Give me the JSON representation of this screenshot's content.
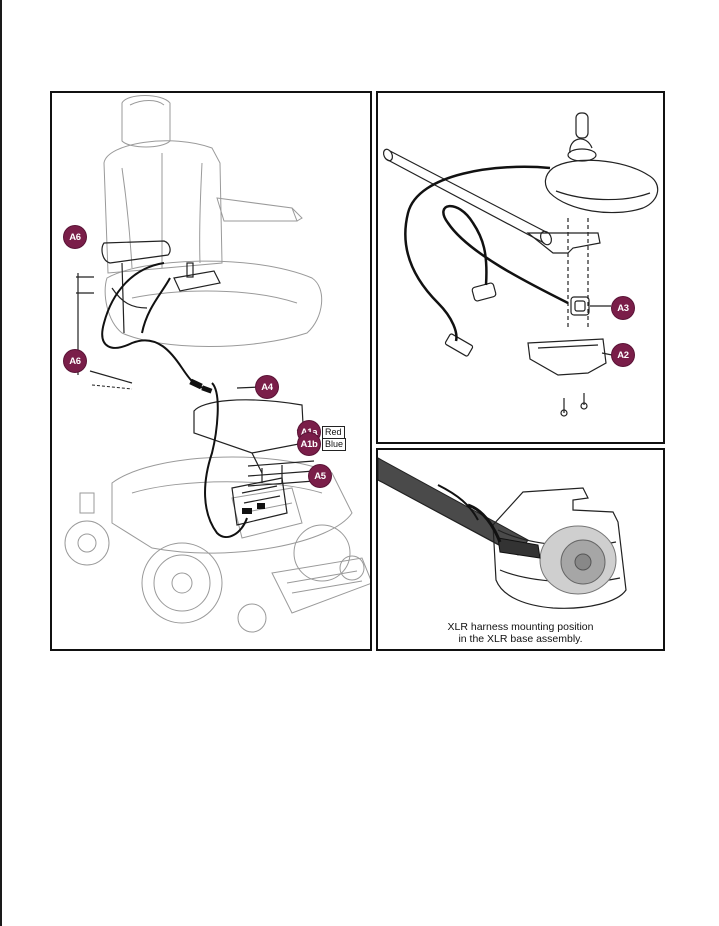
{
  "callouts": {
    "a6_top": "A6",
    "a6_bottom": "A6",
    "a4": "A4",
    "a1a": "A1a",
    "a1b": "A1b",
    "a5": "A5",
    "a3": "A3",
    "a2": "A2"
  },
  "wire_colors": {
    "a1a_label": "Red",
    "a1b_label": "Blue"
  },
  "caption": {
    "line1": "XLR harness mounting position",
    "line2": "in the XLR base assembly."
  },
  "colors": {
    "callout_fill": "#7a1e49",
    "line": "#222222",
    "light_line": "#9a9a9a",
    "cable": "#111111"
  }
}
